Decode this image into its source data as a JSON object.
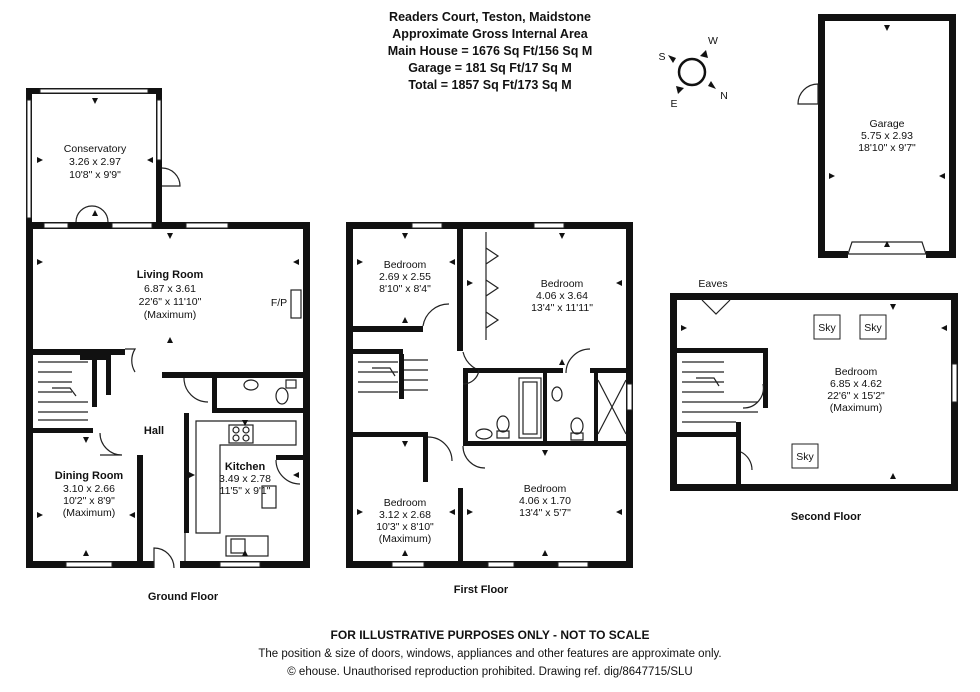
{
  "header": {
    "line1": "Readers Court, Teston, Maidstone",
    "line2": "Approximate Gross Internal Area",
    "line3": "Main House = 1676 Sq Ft/156 Sq M",
    "line4": "Garage = 181 Sq Ft/17 Sq M",
    "line5": "Total = 1857 Sq Ft/173 Sq M"
  },
  "compass": {
    "n": "N",
    "s": "S",
    "e": "E",
    "w": "W"
  },
  "floors": {
    "ground": "Ground Floor",
    "first": "First Floor",
    "second": "Second Floor"
  },
  "rooms": {
    "conservatory": {
      "name": "Conservatory",
      "metric": "3.26 x 2.97",
      "imperial": "10'8\" x 9'9\""
    },
    "living": {
      "name": "Living Room",
      "metric": "6.87 x 3.61",
      "imperial": "22'6\" x 11'10\"",
      "note": "(Maximum)",
      "fp": "F/P"
    },
    "hall": {
      "name": "Hall"
    },
    "dining": {
      "name": "Dining Room",
      "metric": "3.10 x 2.66",
      "imperial": "10'2\" x 8'9\"",
      "note": "(Maximum)"
    },
    "kitchen": {
      "name": "Kitchen",
      "metric": "3.49 x 2.78",
      "imperial": "11'5\" x 9'1\""
    },
    "bed_ff_tl": {
      "name": "Bedroom",
      "metric": "2.69 x 2.55",
      "imperial": "8'10\" x 8'4\""
    },
    "bed_ff_tr": {
      "name": "Bedroom",
      "metric": "4.06 x 3.64",
      "imperial": "13'4\" x 11'11\""
    },
    "bed_ff_bl": {
      "name": "Bedroom",
      "metric": "3.12 x 2.68",
      "imperial": "10'3\" x 8'10\"",
      "note": "(Maximum)"
    },
    "bed_ff_br": {
      "name": "Bedroom",
      "metric": "4.06 x 1.70",
      "imperial": "13'4\" x 5'7\""
    },
    "bed_sf": {
      "name": "Bedroom",
      "metric": "6.85 x 4.62",
      "imperial": "22'6\" x 15'2\"",
      "note": "(Maximum)"
    },
    "garage": {
      "name": "Garage",
      "metric": "5.75 x 2.93",
      "imperial": "18'10\" x 9'7\""
    },
    "eaves": {
      "name": "Eaves"
    },
    "sky": "Sky"
  },
  "footer": {
    "line1": "FOR ILLUSTRATIVE PURPOSES ONLY - NOT TO SCALE",
    "line2": "The position & size of doors, windows, appliances and other features are approximate only.",
    "line3": "© ehouse. Unauthorised reproduction prohibited. Drawing ref. dig/8647715/SLU"
  }
}
